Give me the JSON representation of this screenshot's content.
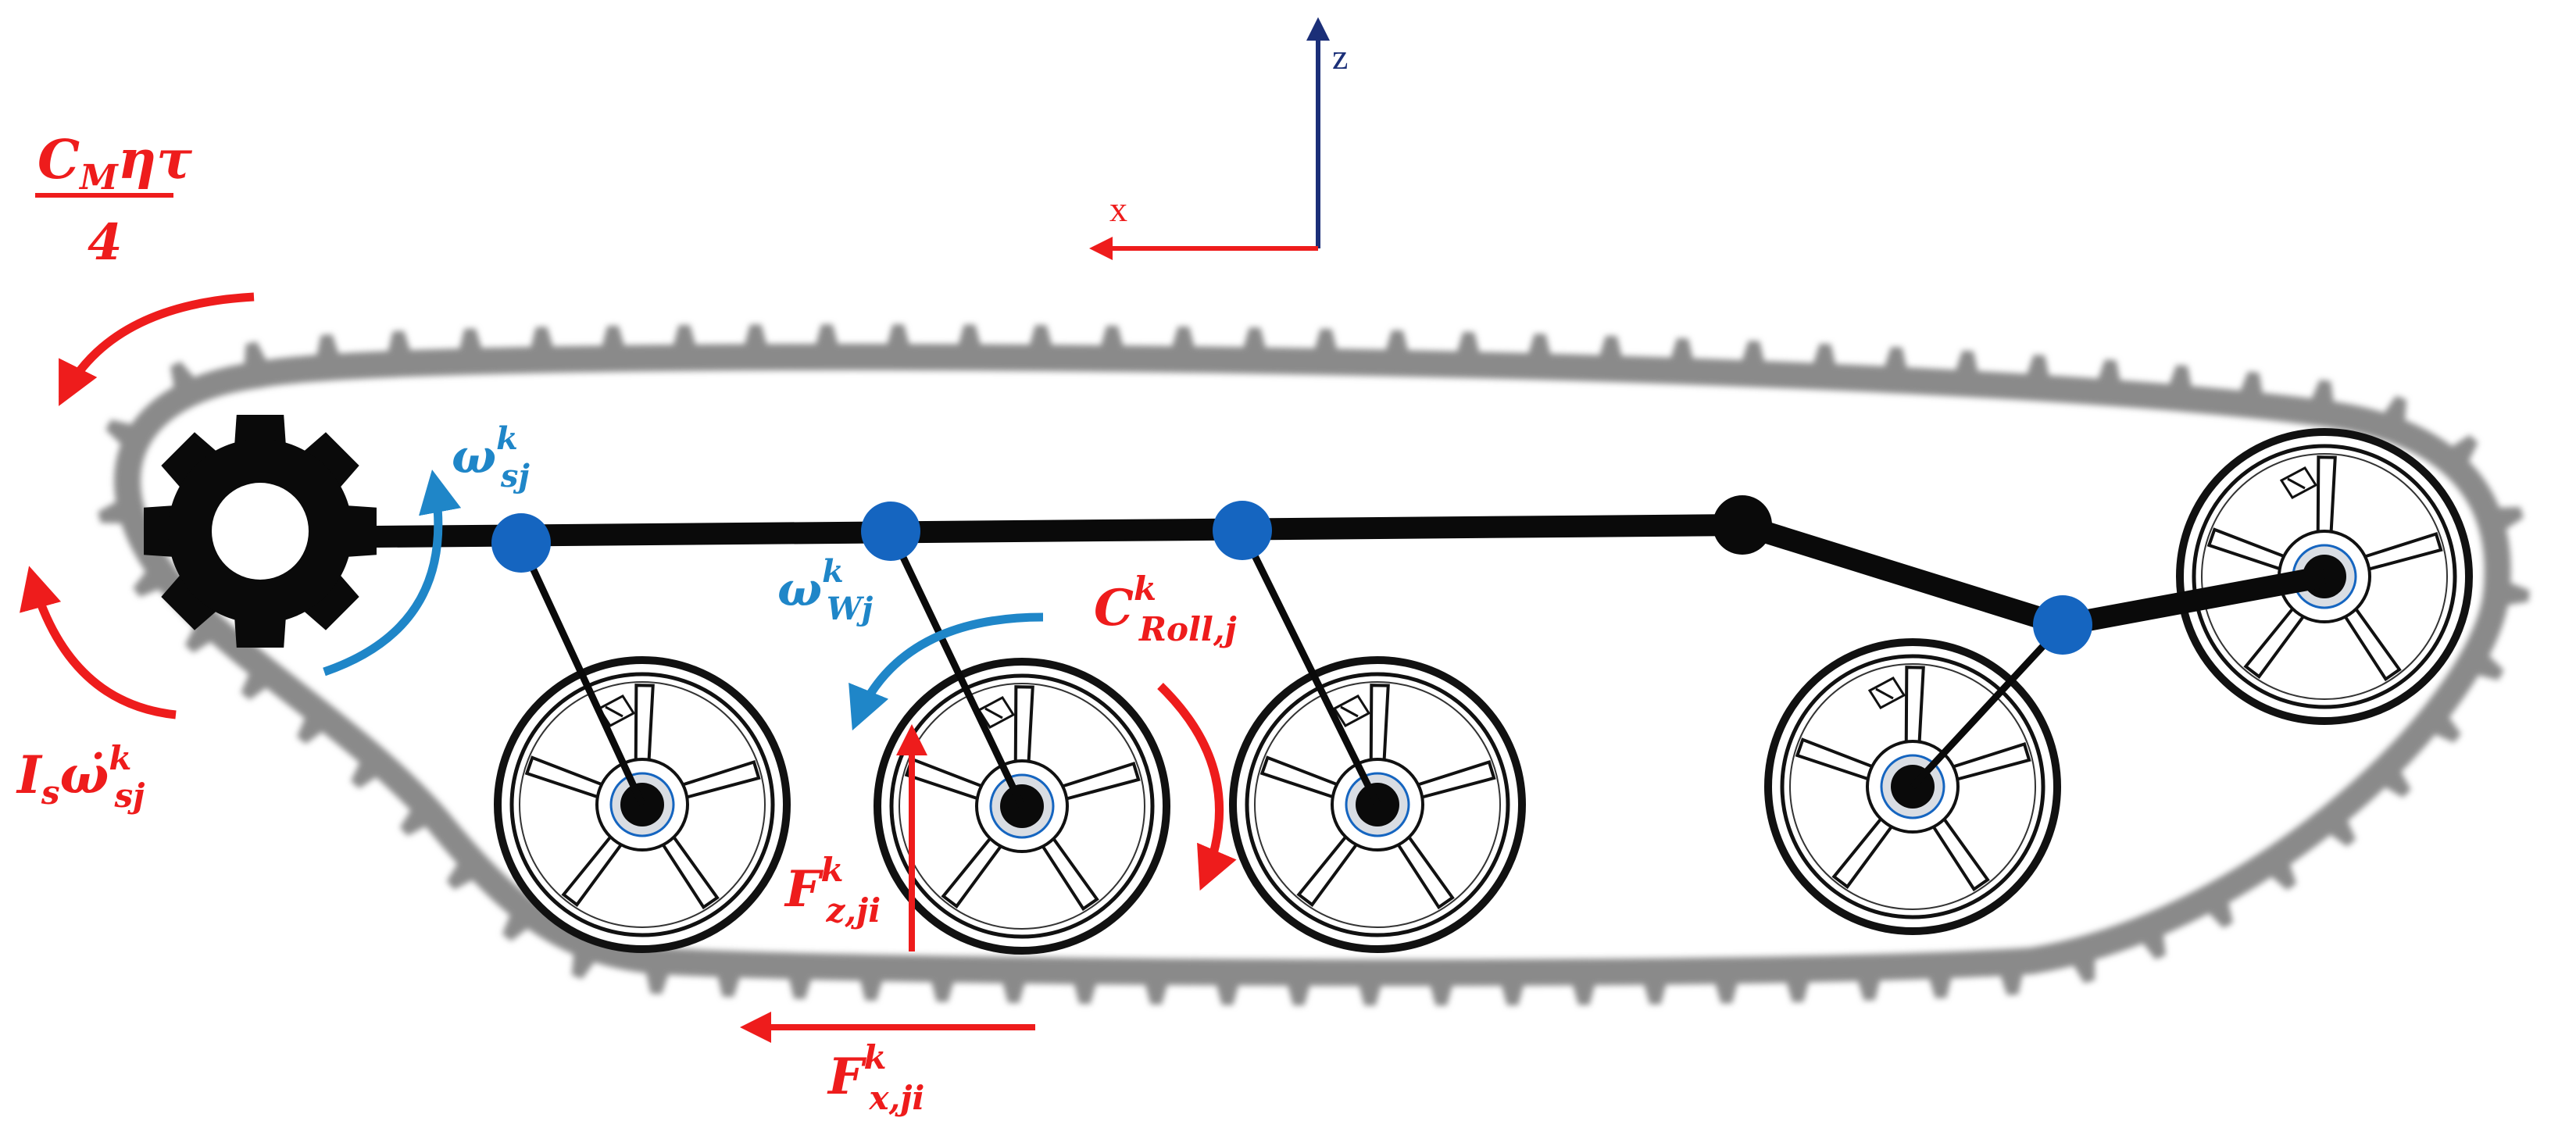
{
  "colors": {
    "force": "#ee1c1c",
    "velocity": "#1f86c8",
    "axis_z": "#1b2f78",
    "axis_x": "#ee1c1c",
    "track": "#8a8a8a",
    "joint": "#1565c0",
    "link": "#0a0a0a"
  },
  "axes": {
    "z_label": "z",
    "x_label": "x"
  },
  "labels": {
    "drive_torque": {
      "numerator": "C",
      "numerator_sub": "M",
      "numerator_rest": "ητ",
      "denominator": "4"
    },
    "sprocket_inertia": {
      "base": "I",
      "base_sub": "s",
      "dot_symbol": "ω̇",
      "sup": "k",
      "sub": "sj"
    },
    "sprocket_speed": {
      "base": "ω",
      "sup": "k",
      "sub": "sj"
    },
    "wheel_speed": {
      "base": "ω",
      "sup": "k",
      "sub": "Wj"
    },
    "rolling_resistance": {
      "base": "C",
      "sup": "k",
      "sub": "Roll,j"
    },
    "vertical_force": {
      "base": "F",
      "sup": "k",
      "sub": "z,ji"
    },
    "longitudinal_force": {
      "base": "F",
      "sup": "k",
      "sub": "x,ji"
    }
  }
}
